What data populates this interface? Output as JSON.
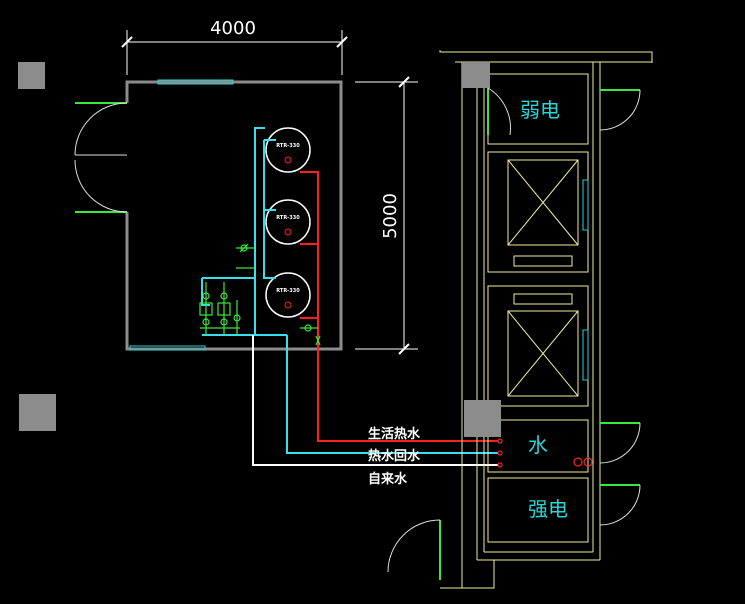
{
  "dimensions": {
    "width_label": "4000",
    "height_label": "5000"
  },
  "rooms": {
    "weak_current": "弱电",
    "water": "水",
    "strong_current": "强电"
  },
  "tanks": [
    {
      "label": "RTR-330"
    },
    {
      "label": "RTR-330"
    },
    {
      "label": "RTR-330"
    }
  ],
  "pipes": [
    {
      "label": "生活热水",
      "color": "#ff2020"
    },
    {
      "label": "热水回水",
      "color": "#36e0ee"
    },
    {
      "label": "自来水",
      "color": "#ffffff"
    }
  ],
  "colors": {
    "wall": "#8c8c8c",
    "core_wall": "#f2ec9c",
    "cyan": "#36e0ee",
    "green": "#39e83e",
    "red": "#ff2020",
    "window": "#26d7d7"
  }
}
